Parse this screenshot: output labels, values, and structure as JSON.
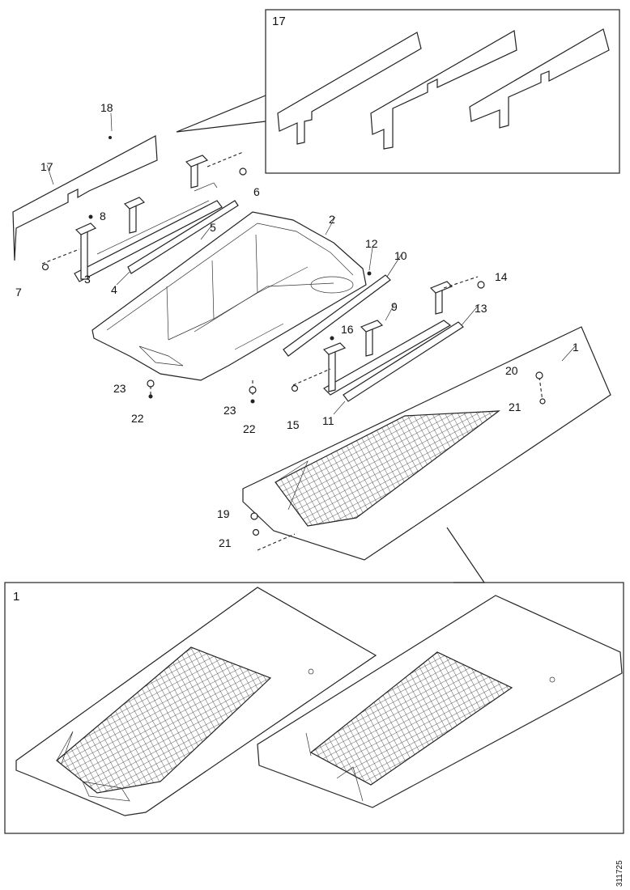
{
  "diagram": {
    "detail_box_top": {
      "label": "17"
    },
    "detail_box_bottom": {
      "label": "1"
    },
    "part_labels": {
      "p1": "1",
      "p2": "2",
      "p3": "3",
      "p4": "4",
      "p5": "5",
      "p6": "6",
      "p7": "7",
      "p8": "8",
      "p9": "9",
      "p10": "10",
      "p11": "11",
      "p12": "12",
      "p13": "13",
      "p14": "14",
      "p15": "15",
      "p16": "16",
      "p17": "17",
      "p18": "18",
      "p19": "19",
      "p20": "20",
      "p21a": "21",
      "p21b": "21",
      "p22a": "22",
      "p22b": "22",
      "p23a": "23",
      "p23b": "23"
    },
    "figure_id": "311725"
  }
}
